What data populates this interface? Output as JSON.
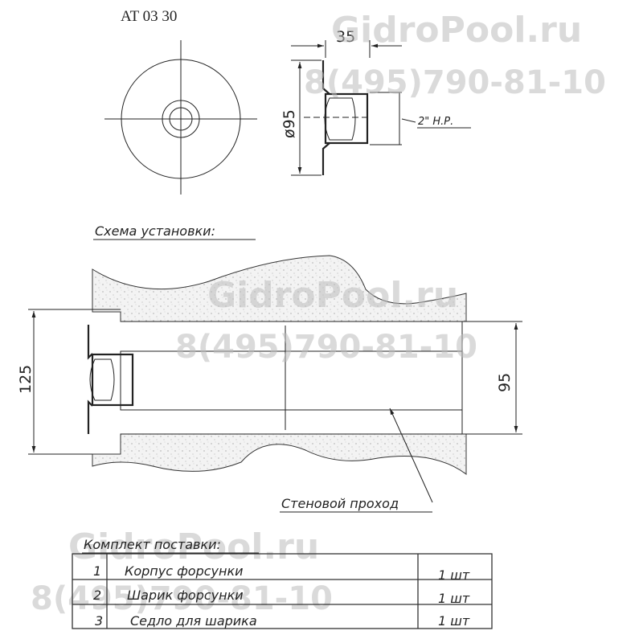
{
  "header": {
    "model": "AT 03 30"
  },
  "side_view": {
    "dim_depth": "35",
    "dim_diameter": "ø95",
    "thread_label": "2\" Н.Р."
  },
  "installation": {
    "title": "Схема установки:",
    "dim_wall": "125",
    "dim_pipe": "95",
    "wall_passage_label": "Стеновой проход"
  },
  "kit": {
    "title": "Комплект поставки:",
    "rows": [
      {
        "num": "1",
        "name": "Корпус форсунки",
        "qty": "1 шт"
      },
      {
        "num": "2",
        "name": "Шарик форсунки",
        "qty": "1 шт"
      },
      {
        "num": "3",
        "name": "Седло для шарика",
        "qty": "1 шт"
      }
    ]
  },
  "watermark": {
    "site": "GidroPool.ru",
    "phone": "8(495)790-81-10"
  }
}
